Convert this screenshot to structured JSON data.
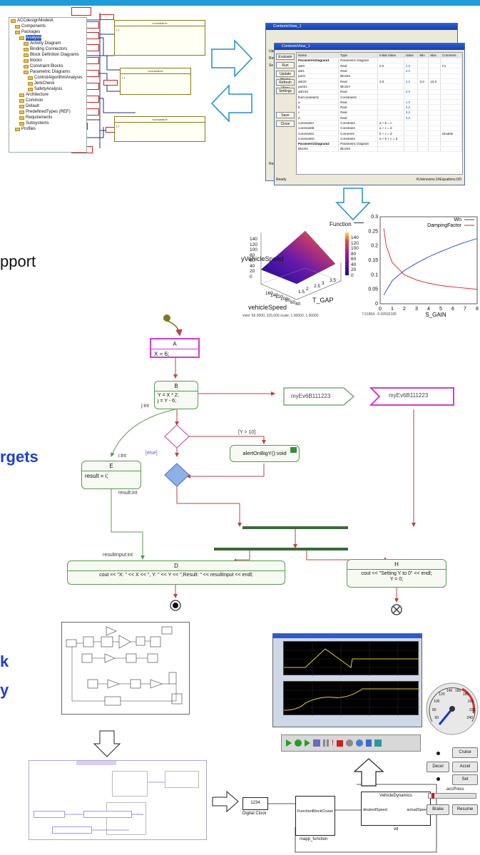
{
  "colors": {
    "topbar": "#1c9cd8",
    "blue_text": "#1a3fd6",
    "state_green": "#5a9a54",
    "state_magenta": "#d23bd2",
    "flow_red": "#c04040"
  },
  "left_partial_text": {
    "line1": "pport",
    "line2": "rgets",
    "line3": "k",
    "line4": "y"
  },
  "tree": {
    "items": [
      {
        "label": "ACCdesignModelA",
        "indent": 0
      },
      {
        "label": "Components",
        "indent": 1
      },
      {
        "label": "Packages",
        "indent": 1
      },
      {
        "label": "Analysis",
        "indent": 2,
        "selected": true
      },
      {
        "label": "Activity Diagram",
        "indent": 3
      },
      {
        "label": "Binding Connectors",
        "indent": 3
      },
      {
        "label": "Block Definition Diagrams",
        "indent": 3
      },
      {
        "label": "blocks",
        "indent": 3
      },
      {
        "label": "Constraint Blocks",
        "indent": 3
      },
      {
        "label": "Parametric Diagrams",
        "indent": 3
      },
      {
        "label": "ControlAlgorithmAnalysis",
        "indent": 4
      },
      {
        "label": "JerkCheck",
        "indent": 4
      },
      {
        "label": "SafetyAnalysis",
        "indent": 4
      },
      {
        "label": "Architecture",
        "indent": 2
      },
      {
        "label": "Common",
        "indent": 2
      },
      {
        "label": "Default",
        "indent": 2
      },
      {
        "label": "PredefinedTypes (REF)",
        "indent": 2
      },
      {
        "label": "Requirements",
        "indent": 2
      },
      {
        "label": "Subsystems",
        "indent": 2
      },
      {
        "label": "Profiles",
        "indent": 1
      }
    ]
  },
  "context_window": {
    "title_back": "ContextsView_1",
    "title_front": "ContextsView_1",
    "side_buttons": [
      "Evaluate",
      "Run",
      "Update Model",
      "Refresh View",
      "Settings",
      "Save",
      "Close"
    ],
    "back_labels": [
      "Upd",
      "Refre",
      "Se",
      "Rea"
    ],
    "columns": [
      "Name",
      "Type",
      "Initial Value",
      "Value",
      "Min",
      "Max",
      "Comment"
    ],
    "rows": [
      [
        "ParametricDiagram1",
        "Parametric Diagram",
        "",
        "",
        "",
        "",
        ""
      ],
      [
        "attr0",
        "Real",
        "0.0",
        "1.0",
        "",
        "",
        "Fo"
      ],
      [
        "attr1",
        "Real",
        "",
        "2.0",
        "",
        "",
        ""
      ],
      [
        "part1",
        "BlockX",
        "",
        "",
        "",
        "",
        ""
      ],
      [
        "attr20",
        "Real",
        "3.0",
        "3.0",
        "0.0",
        "10.0",
        ""
      ],
      [
        "part21",
        "BlockY",
        "",
        "",
        "",
        "",
        ""
      ],
      [
        "attr210",
        "Real",
        "",
        "4.0",
        "",
        "",
        ""
      ],
      [
        "theConstraint1",
        "Constraint1",
        "",
        "",
        "",
        "",
        ""
      ],
      [
        "a",
        "Real",
        "",
        "1.0",
        "",
        "",
        ""
      ],
      [
        "b",
        "Real",
        "",
        "2.0",
        "",
        "",
        ""
      ],
      [
        "c",
        "Real",
        "",
        "3.0",
        "",
        "",
        ""
      ],
      [
        "d",
        "Real",
        "",
        "4.0",
        "",
        "",
        ""
      ],
      [
        "constraintA",
        "Constraint",
        "a + b = c",
        "",
        "",
        "",
        ""
      ],
      [
        "constraintB",
        "Constraint",
        "a + c = d",
        "",
        "",
        "",
        ""
      ],
      [
        "constraintC",
        "Comment",
        "b + c = d",
        "",
        "",
        "",
        "Disable"
      ],
      [
        "constraintD",
        "Constraint",
        "a + b + c = d",
        "",
        "",
        "",
        ""
      ],
      [
        "ParametricDiagram2",
        "Parametric Diagram",
        "",
        "",
        "",
        "",
        ""
      ],
      [
        "BlockX",
        "BlockX",
        "",
        "",
        "",
        "",
        ""
      ]
    ],
    "status_left": "Ready",
    "status_right": "#Unknowns:1#Equations:0/0"
  },
  "surface_plot": {
    "legend": "Function",
    "z_label": "yVehicleSpeed",
    "x_label": "vehicleSpeed",
    "y_label": "T_GAP",
    "z_ticks": [
      "140",
      "120",
      "100",
      "80",
      "60",
      "40",
      "20",
      "0"
    ],
    "colorbar_ticks": [
      "140",
      "120",
      "100",
      "80",
      "60",
      "40",
      "20",
      "0"
    ],
    "x_ticks": [
      "160",
      "140",
      "120",
      "100",
      "80",
      "60",
      "40"
    ],
    "y_ticks": [
      "1.5",
      "2",
      "2.5",
      "3",
      "3.5"
    ],
    "view_text": "view: 65.0000, 325.000  scale: 1.00000, 1.00000"
  },
  "chart_data": {
    "type": "line",
    "xlabel": "S_GAIN",
    "ylabel": "",
    "xlim": [
      0,
      8
    ],
    "ylim": [
      0,
      0.3
    ],
    "x_ticks": [
      "0",
      "1",
      "2",
      "3",
      "4",
      "5",
      "6",
      "7",
      "8"
    ],
    "y_ticks": [
      "0",
      "0.05",
      "0.1",
      "0.15",
      "0.2",
      "0.25",
      "0.3"
    ],
    "legend": [
      "Wn",
      "DampingFactor"
    ],
    "series": [
      {
        "name": "Wn",
        "color": "#1f3fe0",
        "x": [
          0.3,
          0.5,
          1,
          2,
          3,
          4,
          5,
          6,
          7,
          8
        ],
        "y": [
          0.03,
          0.045,
          0.08,
          0.115,
          0.14,
          0.162,
          0.18,
          0.197,
          0.212,
          0.225
        ]
      },
      {
        "name": "DampingFactor",
        "color": "#e02020",
        "x": [
          0.3,
          0.5,
          1,
          2,
          3,
          4,
          5,
          6,
          7,
          8
        ],
        "y": [
          0.26,
          0.2,
          0.142,
          0.1,
          0.082,
          0.071,
          0.063,
          0.058,
          0.054,
          0.05
        ]
      }
    ],
    "cursor_readout": "7.51864, -0.00592105"
  },
  "state_machine": {
    "state_a": {
      "name": "A",
      "body": "X = 6;"
    },
    "state_b": {
      "name": "B",
      "body_line1": "Y = X * 2;",
      "body_line2": "j = Y - 6;"
    },
    "state_e": {
      "name": "E",
      "body": "result = i;"
    },
    "state_d": {
      "name": "D",
      "body": "cout << \"X: \" << X << \", Y: \" << Y << \",Result: \" << resultInput << endl;"
    },
    "state_h": {
      "name": "H",
      "body_line1": "cout << \"Setting Y to 0\" << endl;",
      "body_line2": "Y = 0;"
    },
    "action_alert": "alertOnBigY():void",
    "send_signal": "myEv6B111223",
    "accept_signal": "myEv6B111223",
    "guard_big": "[Y > 10]",
    "guard_else": "[else]",
    "pin_j": "j:int",
    "pin_i": "i:int",
    "pin_result": "result:int",
    "pin_result_input": "resultInput:int"
  },
  "simulink": {
    "digital_clock_value": "1234",
    "digital_clock_label": "Digital Clock",
    "function_block_label": "FunctionBlockCruise",
    "function_block_sub": "mapp_function",
    "vehicle_dynamics_label": "VehicleDynamics",
    "desired_speed": "desiredSpeed",
    "actual_speed": "actualSpeed",
    "vehicle_dynamics_sub": "vd",
    "panel_buttons": [
      "Cruise",
      "Decel",
      "Accel",
      "Set",
      "Brake",
      "Resume"
    ],
    "accel_label": "accPress",
    "gauge_ticks": [
      "60",
      "80",
      "100",
      "120",
      "140",
      "160",
      "180",
      "200",
      "220",
      "240"
    ]
  }
}
